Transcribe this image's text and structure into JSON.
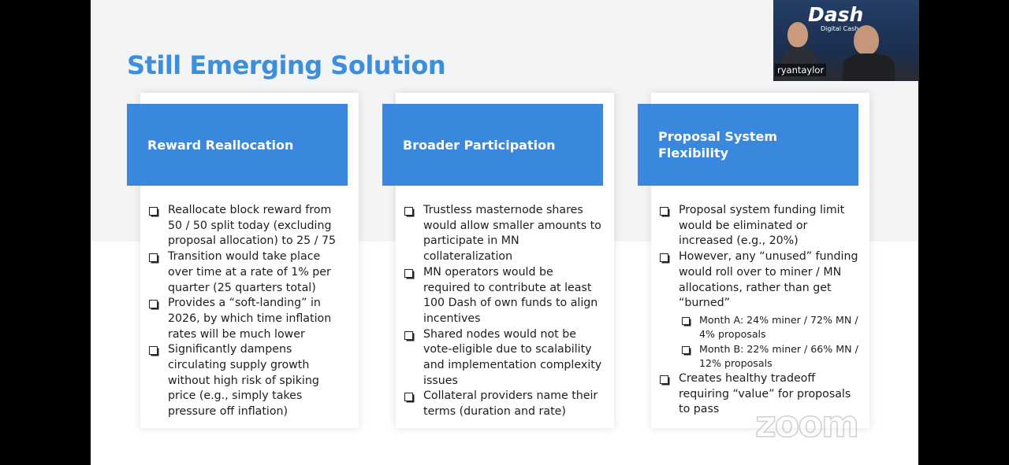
{
  "slide": {
    "title": "Still Emerging Solution",
    "accent_color": "#3a87de",
    "cards": [
      {
        "header": "Reward Reallocation",
        "items": [
          "Reallocate block reward from 50 / 50 split today (excluding proposal allocation) to 25 / 75",
          "Transition would take place over time at a rate of 1% per quarter (25 quarters total)",
          "Provides a “soft-landing” in 2026, by which time inflation rates will be much lower",
          "Significantly dampens circulating supply growth without high risk of spiking price (e.g., simply takes pressure off inflation)"
        ]
      },
      {
        "header": "Broader Participation",
        "items": [
          "Trustless masternode shares would allow smaller amounts to participate in MN collateralization",
          "MN operators would be required to contribute at least 100 Dash of own funds to align incentives",
          "Shared nodes would not be vote-eligible due to scalability and implementation complexity issues",
          "Collateral providers name their terms (duration and rate)"
        ]
      },
      {
        "header": "Proposal System Flexibility",
        "items": [
          "Proposal system funding limit would be eliminated or increased (e.g., 20%)",
          "However, any “unused” funding would roll over to miner / MN allocations, rather than get “burned”",
          "Creates healthy tradeoff requiring “value” for proposals to pass"
        ],
        "sub_items": [
          "Month A: 24% miner / 72% MN / 4% proposals",
          "Month B: 22% miner / 66% MN / 12% proposals"
        ]
      }
    ]
  },
  "video": {
    "logo": "Dash",
    "logo_sub": "Digital Cash",
    "participant_name": "ryantaylor"
  },
  "watermark": "zoom"
}
